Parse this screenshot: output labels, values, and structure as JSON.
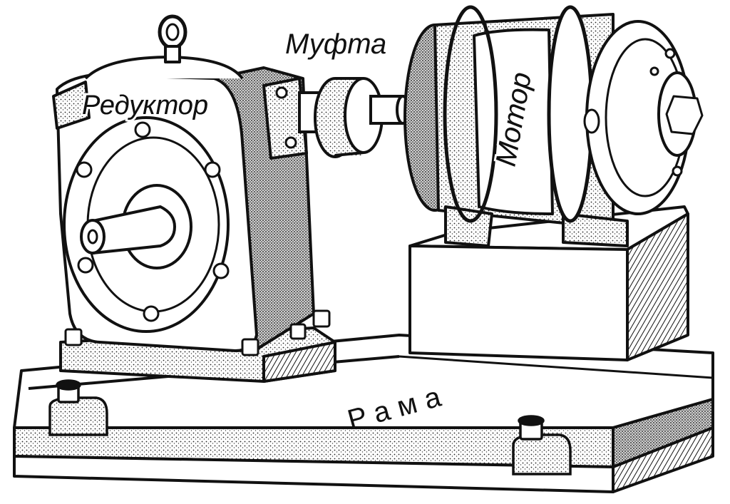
{
  "diagram": {
    "labels": {
      "coupling": "Муфта",
      "gearbox": "Редуктор",
      "motor": "Мотор",
      "frame": "Рама"
    },
    "colors": {
      "ink": "#111111",
      "paper": "#ffffff",
      "shade": "#9a9a9a"
    }
  }
}
